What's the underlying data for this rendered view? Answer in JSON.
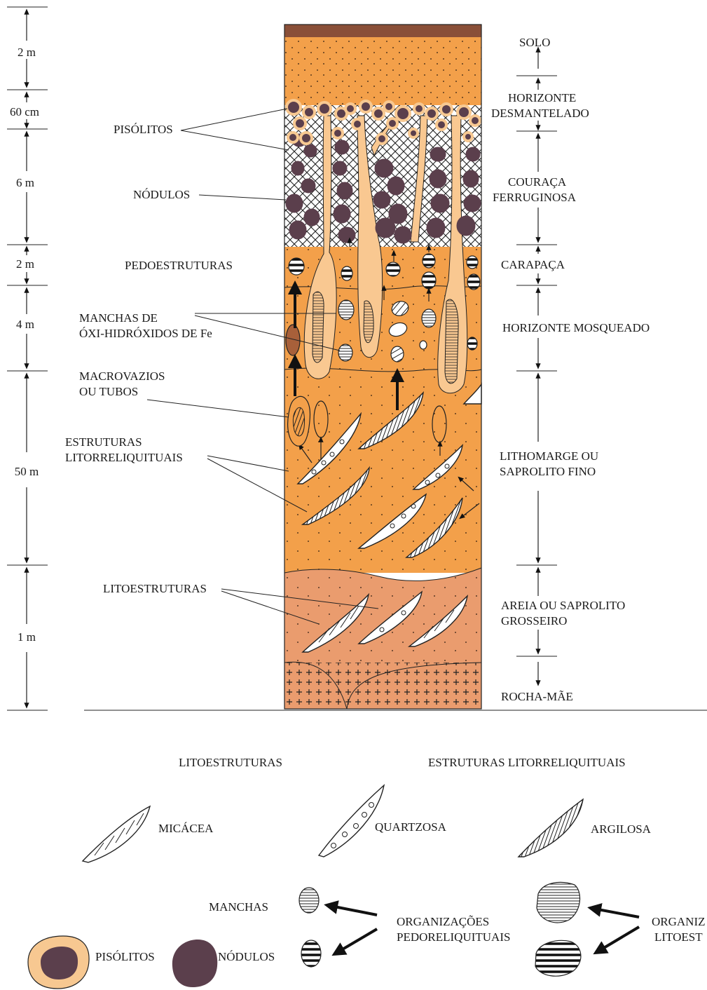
{
  "thickness_labels": [
    "2 m",
    "60 cm",
    "6 m",
    "2 m",
    "4 m",
    "50 m",
    "1 m"
  ],
  "horizons": [
    "SOLO",
    "HORIZONTE",
    "DESMANTELADO",
    "COURAÇA",
    "FERRUGINOSA",
    "CARAPAÇA",
    "HORIZONTE  MOSQUEADO",
    "LITHOMARGE OU",
    "SAPROLITO FINO",
    "AREIA OU SAPROLITO",
    "GROSSEIRO",
    "ROCHA-MÃE"
  ],
  "features": {
    "pisolitos": "PISÓLITOS",
    "nodulos": "NÓDULOS",
    "pedoestruturas": "PEDOESTRUTURAS",
    "manchas_l1": "MANCHAS DE",
    "manchas_l2": "ÓXI-HIDRÓXIDOS DE Fe",
    "macro_l1": "MACROVAZIOS",
    "macro_l2": "OU TUBOS",
    "estr_l1": "ESTRUTURAS",
    "estr_l2": "LITORRELIQUITUAIS",
    "litoestruturas": "LITOESTRUTURAS"
  },
  "legend": {
    "title_left": "LITOESTRUTURAS",
    "title_right": "ESTRUTURAS LITORRELIQUITUAIS",
    "micacea": "MICÁCEA",
    "quartzosa": "QUARTZOSA",
    "argilosa": "ARGILOSA",
    "manchas": "MANCHAS",
    "org_pedo_l1": "ORGANIZAÇÕES",
    "org_pedo_l2": "PEDORELIQUITUAIS",
    "org_lito_l1": "ORGANIZ",
    "org_lito_l2": "LITOEST",
    "pisolitos": "PISÓLITOS",
    "nodulos": "NÓDULOS"
  },
  "colors": {
    "soil_top": "#8a4f38",
    "orange": "#f3a04a",
    "coarse": "#ea9c6e",
    "nodule": "#5b3f4c",
    "rim": "#f7c891",
    "tube": "#f9c891"
  }
}
